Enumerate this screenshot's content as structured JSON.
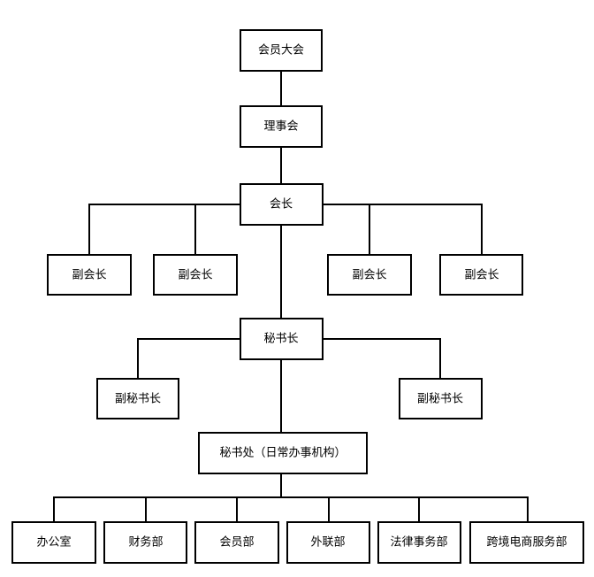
{
  "diagram": {
    "line_color": "#000000",
    "box_fill": "#ffffff",
    "nodes": {
      "general_assembly": "会员大会",
      "council": "理事会",
      "president": "会长",
      "vice_president_1": "副会长",
      "vice_president_2": "副会长",
      "vice_president_3": "副会长",
      "vice_president_4": "副会长",
      "secretary_general": "秘书长",
      "deputy_secretary_general_1": "副秘书长",
      "deputy_secretary_general_2": "副秘书长",
      "secretariat": "秘书处（日常办事机构）",
      "office": "办公室",
      "finance_dept": "财务部",
      "membership_dept": "会员部",
      "external_liaison_dept": "外联部",
      "legal_affairs_dept": "法律事务部",
      "cross_border_ecommerce_dept": "跨境电商服务部"
    }
  }
}
